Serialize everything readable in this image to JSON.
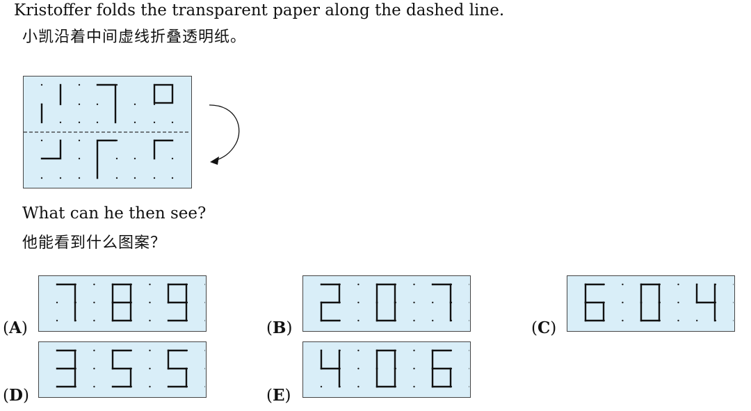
{
  "question": {
    "line1_en": "Kristoffer folds the transparent paper along the dashed line.",
    "line1_zh": "小凯沿着中间虚线折叠透明纸。",
    "line2_en": "What can he then see?",
    "line2_zh": "他能看到什么图案？"
  },
  "colors": {
    "panel_fill": "#d9eef8",
    "stroke": "#111111"
  },
  "options": [
    {
      "letter": "A",
      "digits": "7:8:9"
    },
    {
      "letter": "B",
      "digits": "2:0:7"
    },
    {
      "letter": "C",
      "digits": "6:0:4"
    },
    {
      "letter": "D",
      "digits": "3:5:5"
    },
    {
      "letter": "E",
      "digits": "4:0:6"
    }
  ]
}
